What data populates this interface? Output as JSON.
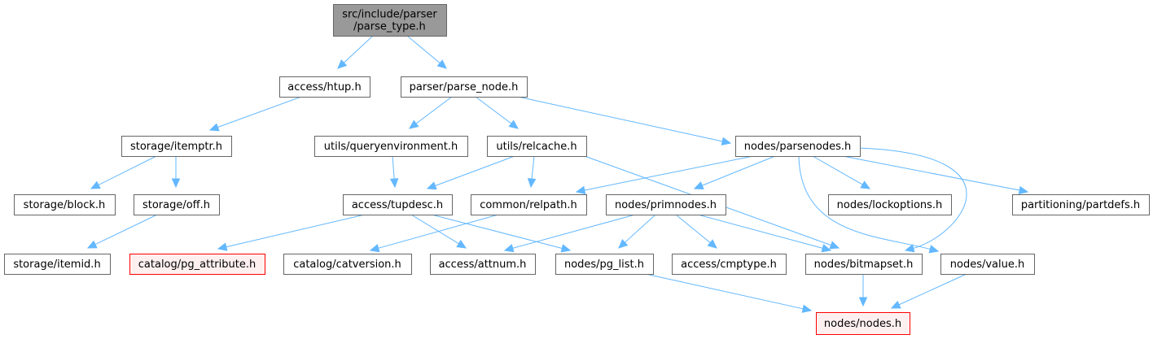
{
  "diagram": {
    "title": "src/include/parser/parse_type.h include dependency graph",
    "colors": {
      "edge": "#63b8ff",
      "root_fill": "#999999",
      "missing_fill": "#fff0f0",
      "missing_stroke": "#ff0000",
      "default_stroke": "#666666"
    },
    "nodes": [
      {
        "id": "parse_type",
        "lines": [
          "src/include/parser",
          "/parse_type.h"
        ],
        "style": "root"
      },
      {
        "id": "htup",
        "lines": [
          "access/htup.h"
        ],
        "style": "normal"
      },
      {
        "id": "parse_node",
        "lines": [
          "parser/parse_node.h"
        ],
        "style": "normal"
      },
      {
        "id": "itemptr",
        "lines": [
          "storage/itemptr.h"
        ],
        "style": "normal"
      },
      {
        "id": "queryenv",
        "lines": [
          "utils/queryenvironment.h"
        ],
        "style": "normal"
      },
      {
        "id": "relcache",
        "lines": [
          "utils/relcache.h"
        ],
        "style": "normal"
      },
      {
        "id": "parsenodes",
        "lines": [
          "nodes/parsenodes.h"
        ],
        "style": "normal"
      },
      {
        "id": "block",
        "lines": [
          "storage/block.h"
        ],
        "style": "normal"
      },
      {
        "id": "off",
        "lines": [
          "storage/off.h"
        ],
        "style": "normal"
      },
      {
        "id": "tupdesc",
        "lines": [
          "access/tupdesc.h"
        ],
        "style": "normal"
      },
      {
        "id": "relpath",
        "lines": [
          "common/relpath.h"
        ],
        "style": "normal"
      },
      {
        "id": "primnodes",
        "lines": [
          "nodes/primnodes.h"
        ],
        "style": "normal"
      },
      {
        "id": "lockoptions",
        "lines": [
          "nodes/lockoptions.h"
        ],
        "style": "normal"
      },
      {
        "id": "partdefs",
        "lines": [
          "partitioning/partdefs.h"
        ],
        "style": "normal"
      },
      {
        "id": "itemid",
        "lines": [
          "storage/itemid.h"
        ],
        "style": "normal"
      },
      {
        "id": "pg_attribute",
        "lines": [
          "catalog/pg_attribute.h"
        ],
        "style": "missing"
      },
      {
        "id": "catversion",
        "lines": [
          "catalog/catversion.h"
        ],
        "style": "normal"
      },
      {
        "id": "attnum",
        "lines": [
          "access/attnum.h"
        ],
        "style": "normal"
      },
      {
        "id": "pg_list",
        "lines": [
          "nodes/pg_list.h"
        ],
        "style": "normal"
      },
      {
        "id": "cmptype",
        "lines": [
          "access/cmptype.h"
        ],
        "style": "normal"
      },
      {
        "id": "bitmapset",
        "lines": [
          "nodes/bitmapset.h"
        ],
        "style": "normal"
      },
      {
        "id": "value",
        "lines": [
          "nodes/value.h"
        ],
        "style": "normal"
      },
      {
        "id": "nodes",
        "lines": [
          "nodes/nodes.h"
        ],
        "style": "missing"
      }
    ],
    "edges": [
      {
        "from": "parse_type",
        "to": "htup"
      },
      {
        "from": "parse_type",
        "to": "parse_node"
      },
      {
        "from": "htup",
        "to": "itemptr"
      },
      {
        "from": "parse_node",
        "to": "queryenv"
      },
      {
        "from": "parse_node",
        "to": "relcache"
      },
      {
        "from": "parse_node",
        "to": "parsenodes"
      },
      {
        "from": "itemptr",
        "to": "block"
      },
      {
        "from": "itemptr",
        "to": "off"
      },
      {
        "from": "off",
        "to": "itemid"
      },
      {
        "from": "queryenv",
        "to": "tupdesc"
      },
      {
        "from": "relcache",
        "to": "tupdesc"
      },
      {
        "from": "relcache",
        "to": "relpath"
      },
      {
        "from": "relcache",
        "to": "bitmapset"
      },
      {
        "from": "parsenodes",
        "to": "relpath"
      },
      {
        "from": "parsenodes",
        "to": "primnodes"
      },
      {
        "from": "parsenodes",
        "to": "lockoptions"
      },
      {
        "from": "parsenodes",
        "to": "partdefs"
      },
      {
        "from": "parsenodes",
        "to": "bitmapset"
      },
      {
        "from": "parsenodes",
        "to": "value"
      },
      {
        "from": "tupdesc",
        "to": "pg_attribute"
      },
      {
        "from": "tupdesc",
        "to": "attnum"
      },
      {
        "from": "tupdesc",
        "to": "pg_list"
      },
      {
        "from": "relpath",
        "to": "catversion"
      },
      {
        "from": "primnodes",
        "to": "attnum"
      },
      {
        "from": "primnodes",
        "to": "pg_list"
      },
      {
        "from": "primnodes",
        "to": "cmptype"
      },
      {
        "from": "primnodes",
        "to": "bitmapset"
      },
      {
        "from": "pg_list",
        "to": "nodes"
      },
      {
        "from": "bitmapset",
        "to": "nodes"
      },
      {
        "from": "value",
        "to": "nodes"
      }
    ]
  }
}
